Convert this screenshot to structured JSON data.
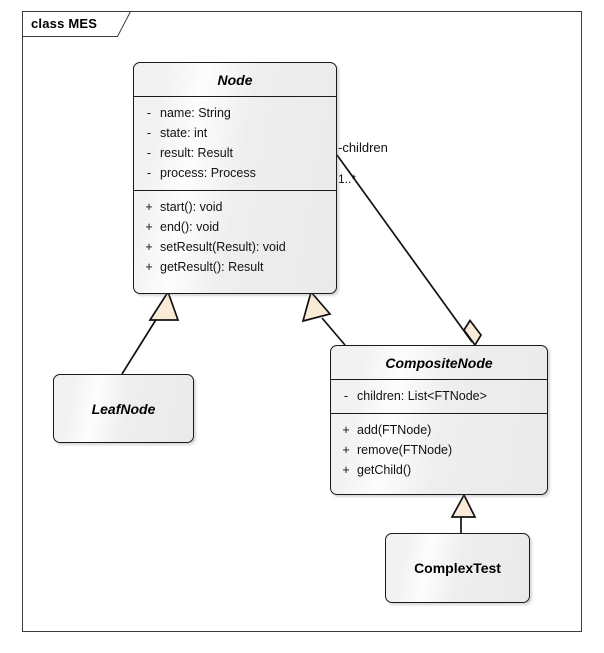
{
  "frame": {
    "label": "class MES"
  },
  "classes": {
    "node": {
      "name": "Node",
      "abstract": true,
      "attributes": [
        {
          "visibility": "-",
          "signature": "name: String"
        },
        {
          "visibility": "-",
          "signature": "state: int"
        },
        {
          "visibility": "-",
          "signature": "result: Result"
        },
        {
          "visibility": "-",
          "signature": "process: Process"
        }
      ],
      "operations": [
        {
          "visibility": "+",
          "signature": "start(): void"
        },
        {
          "visibility": "+",
          "signature": "end(): void"
        },
        {
          "visibility": "+",
          "signature": "setResult(Result): void"
        },
        {
          "visibility": "+",
          "signature": "getResult(): Result"
        }
      ]
    },
    "composite_node": {
      "name": "CompositeNode",
      "abstract": true,
      "attributes": [
        {
          "visibility": "-",
          "signature": "children: List<FTNode>"
        }
      ],
      "operations": [
        {
          "visibility": "+",
          "signature": "add(FTNode)"
        },
        {
          "visibility": "+",
          "signature": "remove(FTNode)"
        },
        {
          "visibility": "+",
          "signature": "getChild()"
        }
      ]
    },
    "leaf_node": {
      "name": "LeafNode",
      "abstract": true
    },
    "complex_test": {
      "name": "ComplexTest",
      "abstract": false
    }
  },
  "relationships": {
    "children_association": {
      "role_label": "-children",
      "multiplicity": "1..*",
      "source": "Node",
      "target": "CompositeNode",
      "type": "aggregation"
    },
    "generalizations": [
      {
        "child": "LeafNode",
        "parent": "Node",
        "type": "generalization"
      },
      {
        "child": "CompositeNode",
        "parent": "Node",
        "type": "generalization"
      },
      {
        "child": "ComplexTest",
        "parent": "CompositeNode",
        "type": "generalization"
      }
    ]
  },
  "colors": {
    "box_border": "#1a1a1a",
    "box_fill": "#eeeeee",
    "frame_border": "#3c3c3c",
    "arrowhead_fill": "#faebd7",
    "line": "#111111",
    "text": "#111111"
  }
}
